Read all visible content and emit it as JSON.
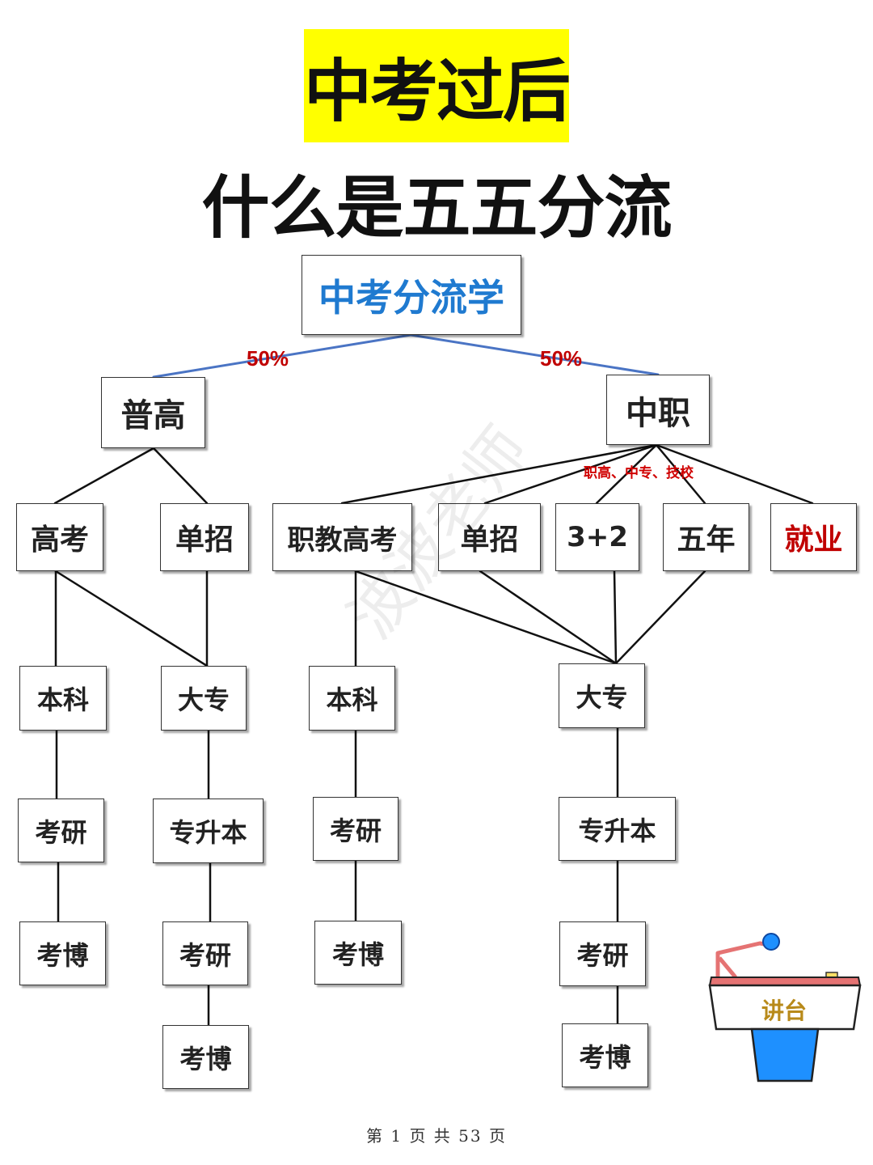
{
  "title_main": "中考过后",
  "title_sub": "什么是五五分流",
  "colors": {
    "title_bg": "#ffff00",
    "root_text": "#1f7ad0",
    "percent_text": "#c00000",
    "employment_text": "#c00000",
    "branch_line": "#4a74c4",
    "line": "#111111"
  },
  "root": {
    "label": "中考分流学"
  },
  "split": {
    "left_percent": "50%",
    "right_percent": "50%"
  },
  "level1": {
    "general_high": "普高",
    "vocational": "中职"
  },
  "vocational_sublabel": "职高、中专、技校",
  "general_paths": {
    "gaokao": "高考",
    "single_exam": "单招"
  },
  "vocational_paths": {
    "vocational_gaokao": "职教高考",
    "single_exam": "单招",
    "three_plus_two": "3+2",
    "five_year": "五年",
    "employment": "就业"
  },
  "general_outcomes": {
    "bachelor": "本科",
    "associate": "大专",
    "bachelor_master": "考研",
    "bachelor_phd": "考博",
    "upgrade": "专升本",
    "associate_master": "考研",
    "associate_phd": "考博"
  },
  "vocational_outcomes": {
    "bachelor": "本科",
    "bachelor_master": "考研",
    "bachelor_phd": "考博",
    "associate": "大专",
    "upgrade": "专升本",
    "associate_master": "考研",
    "associate_phd": "考博"
  },
  "watermark": "波波老师",
  "podium": {
    "label": "讲台",
    "icon": "podium-icon"
  },
  "footer": "第 1 页 共 53 页"
}
